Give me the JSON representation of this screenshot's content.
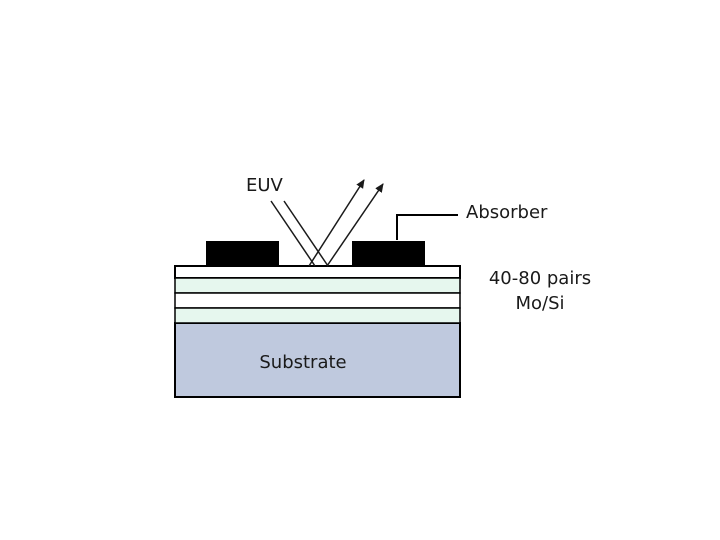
{
  "diagram": {
    "labels": {
      "euv": "EUV",
      "absorber": "Absorber",
      "multilayer_line1": "40-80 pairs",
      "multilayer_line2": "Mo/Si",
      "substrate": "Substrate"
    },
    "colors": {
      "background": "#ffffff",
      "outline": "#000000",
      "absorber_fill": "#000000",
      "multilayer_light": "#e6f7ee",
      "multilayer_white": "#ffffff",
      "substrate_fill": "#bfc9de",
      "text": "#1a1a1a"
    }
  }
}
